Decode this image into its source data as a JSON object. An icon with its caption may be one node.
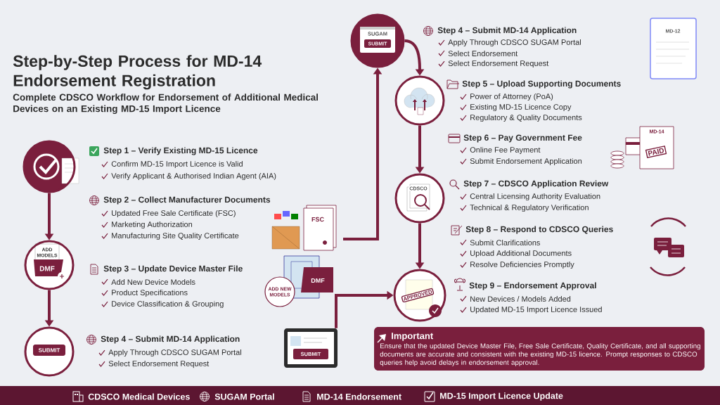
{
  "diagram": {
    "title": "Step-by-Step Process for MD-14 Endorsement Registration",
    "nodes": [
      {
        "text": [],
        "shape": "circle"
      },
      {
        "text": [
          "ADD MODELS",
          "DMF"
        ]
      },
      {
        "text": [
          "SUBMIT"
        ]
      },
      {
        "text": [
          "SUBMIT"
        ]
      },
      {
        "text": [
          "SUGAM",
          "SUBMIT"
        ]
      },
      {
        "text": [],
        "shape": "circle"
      },
      {
        "text": [
          "CDSCO"
        ]
      },
      {
        "text": [
          "APPROVED"
        ]
      },
      {
        "text": [
          "Important",
          "Ensure that the updated Device Master File, Free Sale Certificate, Quality Certificate, and all supporting documents are accurate and consistent with the existing MD-15 licence. Prompt responses to CDSCO queries help avoid delays in endorsement approval."
        ]
      }
    ],
    "edges": [
      {
        "from": 0,
        "to": 1,
        "arrow": "to"
      },
      {
        "from": 1,
        "to": 2,
        "arrow": "to"
      },
      {
        "from": null,
        "to": 4,
        "arrow": "to"
      },
      {
        "from": 4,
        "to": 5,
        "arrow": "to"
      },
      {
        "from": 5,
        "to": 6,
        "arrow": "to"
      },
      {
        "from": 6,
        "to": 7,
        "arrow": "to"
      },
      {
        "from": 3,
        "to": 7,
        "arrow": "to"
      }
    ],
    "labels": [
      "Complete CDSCO Workflow for Endorsement of Additional Medical Devices on an Existing MD-15 Import Licence",
      "Step 1 – Verify Existing MD-15 Licence",
      "Confirm MD-15 Import Licence is Valid",
      "Verify Applicant & Authorised Indian Agent (AIA)",
      "Step 2 – Collect Manufacturer Documents",
      "Updated Free Sale Certificate (FSC)",
      "Marketing Authorization",
      "Manufacturing Site Quality Certificate",
      "FSC",
      "Step 3 – Update Device Master File",
      "Add New Device Models",
      "Product Specifications",
      "Device Classification & Grouping",
      "ADD NEW MODELS",
      "DMF",
      "Step 4 – Submit MD-14 Application",
      "Apply Through CDSCO SUGAM Portal",
      "Select Endorsement Request",
      "Step 4 – Submit MD-14 Application",
      "Apply Through CDSCO SUGAM Portal",
      "Select Endorsement",
      "Select Endorsement Request",
      "Step 5 – Upload Supporting Documents",
      "Power of Attorney (PoA)",
      "Existing MD-15 Licence Copy",
      "Regulatory & Quality Documents",
      "MD-12",
      "Step 6 – Pay Government Fee",
      "Online Fee Payment",
      "Submit Endorsement Application",
      "MD-14",
      "PAID",
      "Step 7 – CDSCO Application Review",
      "Central Licensing Authority Evaluation",
      "Technical & Regulatory Verification",
      "Step 8 – Respond to CDSCO Queries",
      "Submit Clarifications",
      "Upload Additional Documents",
      "Resolve Deficiencies Promptly",
      "Step 9 – Endorsement Approval",
      "New Devices / Models Added",
      "Updated MD-15 Import Licence Issued",
      "CDSCO Medical Devices",
      "SUGAM Portal",
      "MD-14 Endorsement",
      "MD-15 Import Licence Update"
    ]
  }
}
